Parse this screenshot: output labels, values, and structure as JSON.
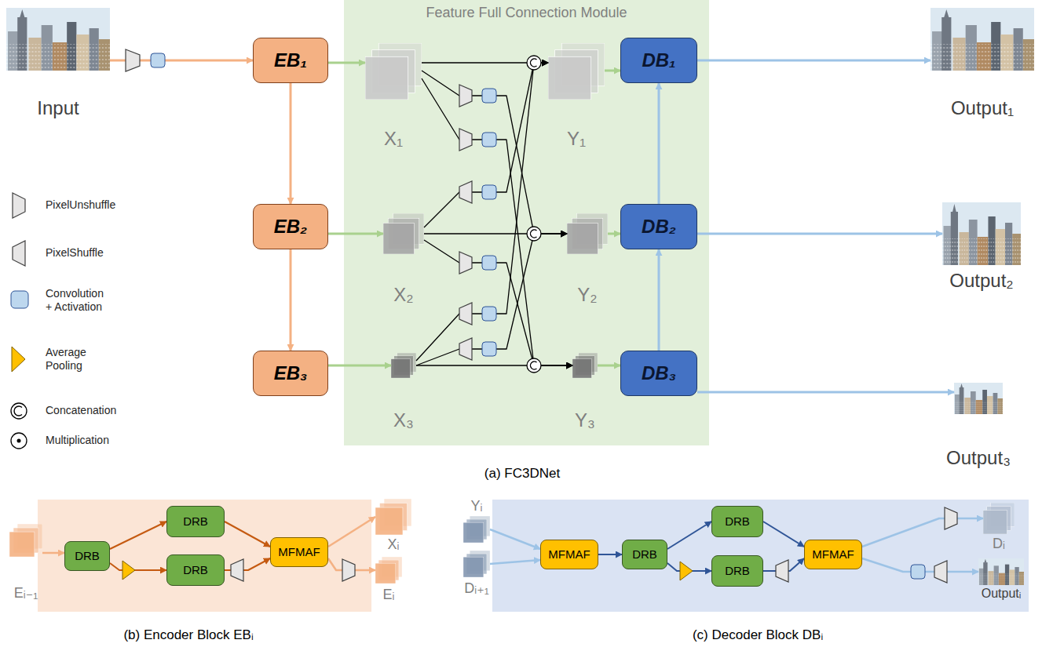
{
  "diagram": {
    "nodes": [
      {
        "text": [
          "Input"
        ]
      },
      {
        "text": [
          "EB₁"
        ]
      },
      {
        "text": [
          "EB₂"
        ]
      },
      {
        "text": [
          "EB₃"
        ]
      },
      {
        "text": [
          "Feature Full Connection Module"
        ]
      },
      {
        "text": [
          "X₁"
        ],
        "in": 4
      },
      {
        "text": [
          "X₂"
        ],
        "in": 4
      },
      {
        "text": [
          "X₃"
        ],
        "in": 4
      },
      {
        "text": [
          "Y₁"
        ],
        "in": 4
      },
      {
        "text": [
          "Y₂"
        ],
        "in": 4
      },
      {
        "text": [
          "Y₃"
        ],
        "in": 4
      },
      {
        "text": [
          "DB₁"
        ]
      },
      {
        "text": [
          "DB₂"
        ]
      },
      {
        "text": [
          "DB₃"
        ]
      },
      {
        "text": [
          "Output₁"
        ]
      },
      {
        "text": [
          "Output₂"
        ]
      },
      {
        "text": [
          "Output₃"
        ]
      },
      {
        "text": [
          "Eᵢ₋₁"
        ]
      },
      {
        "text": [
          "DRB"
        ]
      },
      {
        "text": [
          "DRB"
        ]
      },
      {
        "text": [
          "DRB"
        ]
      },
      {
        "text": [
          "MFMAF"
        ]
      },
      {
        "text": [
          "Xᵢ"
        ]
      },
      {
        "text": [
          "Eᵢ"
        ]
      },
      {
        "text": [
          "Yᵢ"
        ]
      },
      {
        "text": [
          "Dᵢ₊₁"
        ]
      },
      {
        "text": [
          "MFMAF"
        ]
      },
      {
        "text": [
          "DRB"
        ]
      },
      {
        "text": [
          "DRB"
        ]
      },
      {
        "text": [
          "DRB"
        ]
      },
      {
        "text": [
          "MFMAF"
        ]
      },
      {
        "text": [
          "Dᵢ"
        ]
      },
      {
        "text": [
          "Outputᵢ"
        ]
      }
    ],
    "edges": [
      {
        "from": 0,
        "to": 1,
        "arrow": "to"
      },
      {
        "from": 1,
        "to": 2,
        "arrow": "to"
      },
      {
        "from": 2,
        "to": 3,
        "arrow": "to"
      },
      {
        "from": 1,
        "to": 5,
        "arrow": "to"
      },
      {
        "from": 2,
        "to": 6,
        "arrow": "to"
      },
      {
        "from": 3,
        "to": 7,
        "arrow": "to"
      },
      {
        "from": 5,
        "to": 8,
        "arrow": "to"
      },
      {
        "from": 5,
        "to": 9,
        "arrow": "to"
      },
      {
        "from": 5,
        "to": 10,
        "arrow": "to"
      },
      {
        "from": 6,
        "to": 8,
        "arrow": "to"
      },
      {
        "from": 6,
        "to": 9,
        "arrow": "to"
      },
      {
        "from": 6,
        "to": 10,
        "arrow": "to"
      },
      {
        "from": 7,
        "to": 8,
        "arrow": "to"
      },
      {
        "from": 7,
        "to": 9,
        "arrow": "to"
      },
      {
        "from": 7,
        "to": 10,
        "arrow": "to"
      },
      {
        "from": 8,
        "to": 11,
        "arrow": "to"
      },
      {
        "from": 9,
        "to": 12,
        "arrow": "to"
      },
      {
        "from": 10,
        "to": 13,
        "arrow": "to"
      },
      {
        "from": 13,
        "to": 12,
        "arrow": "to"
      },
      {
        "from": 12,
        "to": 11,
        "arrow": "to"
      },
      {
        "from": 11,
        "to": 14,
        "arrow": "to"
      },
      {
        "from": 12,
        "to": 15,
        "arrow": "to"
      },
      {
        "from": 13,
        "to": 16,
        "arrow": "to"
      },
      {
        "from": 17,
        "to": 18,
        "arrow": "to"
      },
      {
        "from": 18,
        "to": 19,
        "arrow": "to"
      },
      {
        "from": 18,
        "to": 20,
        "arrow": "to"
      },
      {
        "from": 19,
        "to": 21,
        "arrow": "to"
      },
      {
        "from": 20,
        "to": 21,
        "arrow": "to"
      },
      {
        "from": 21,
        "to": 22,
        "arrow": "to"
      },
      {
        "from": 21,
        "to": 23,
        "arrow": "to"
      },
      {
        "from": 24,
        "to": 26,
        "arrow": "to"
      },
      {
        "from": 25,
        "to": 26,
        "arrow": "to"
      },
      {
        "from": 26,
        "to": 27,
        "arrow": "to"
      },
      {
        "from": 27,
        "to": 28,
        "arrow": "to"
      },
      {
        "from": 27,
        "to": 29,
        "arrow": "to"
      },
      {
        "from": 28,
        "to": 30,
        "arrow": "to"
      },
      {
        "from": 29,
        "to": 30,
        "arrow": "to"
      },
      {
        "from": 30,
        "to": 31,
        "arrow": "to"
      },
      {
        "from": 30,
        "to": 32,
        "arrow": "to"
      }
    ],
    "labels": [
      "(a) FC3DNet",
      "(b) Encoder Block EBᵢ",
      "(c) Decoder Block DBᵢ"
    ],
    "legend": [
      {
        "text": "PixelUnshuffle"
      },
      {
        "text": "PixelShuffle"
      },
      {
        "text": "Convolution + Activation"
      },
      {
        "text": "Average Pooling"
      },
      {
        "text": "Concatenation"
      },
      {
        "text": "Multiplication"
      }
    ]
  }
}
